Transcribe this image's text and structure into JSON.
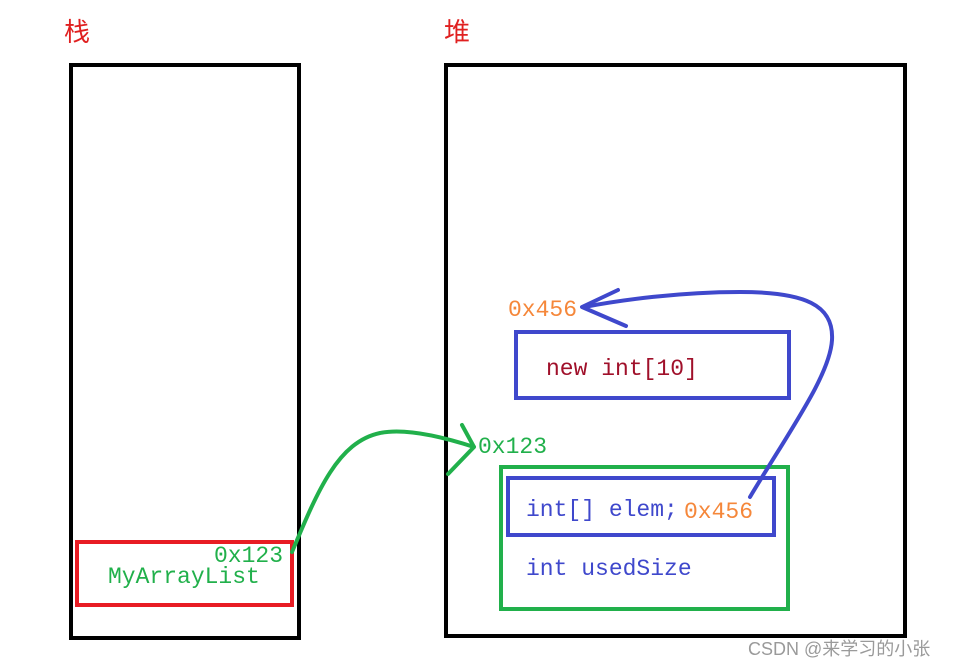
{
  "labels": {
    "stack": "栈",
    "heap": "堆"
  },
  "stack_frame": {
    "variable": "MyArrayList",
    "address": "0x123"
  },
  "heap_objects": {
    "array_address": "0x456",
    "array_content": "new int[10]",
    "object_address": "0x123",
    "field_elem": "int[] elem;",
    "field_elem_ref": "0x456",
    "field_used_size": "int usedSize"
  },
  "watermark": "CSDN @来学习的小张",
  "colors": {
    "label_red": "#e02020",
    "box_black": "#000000",
    "red": "#e81c24",
    "green": "#21b04b",
    "blue": "#3f48cc",
    "orange": "#f5873a",
    "dark_red": "#a0102a",
    "watermark_gray": "#9a9a9a"
  }
}
